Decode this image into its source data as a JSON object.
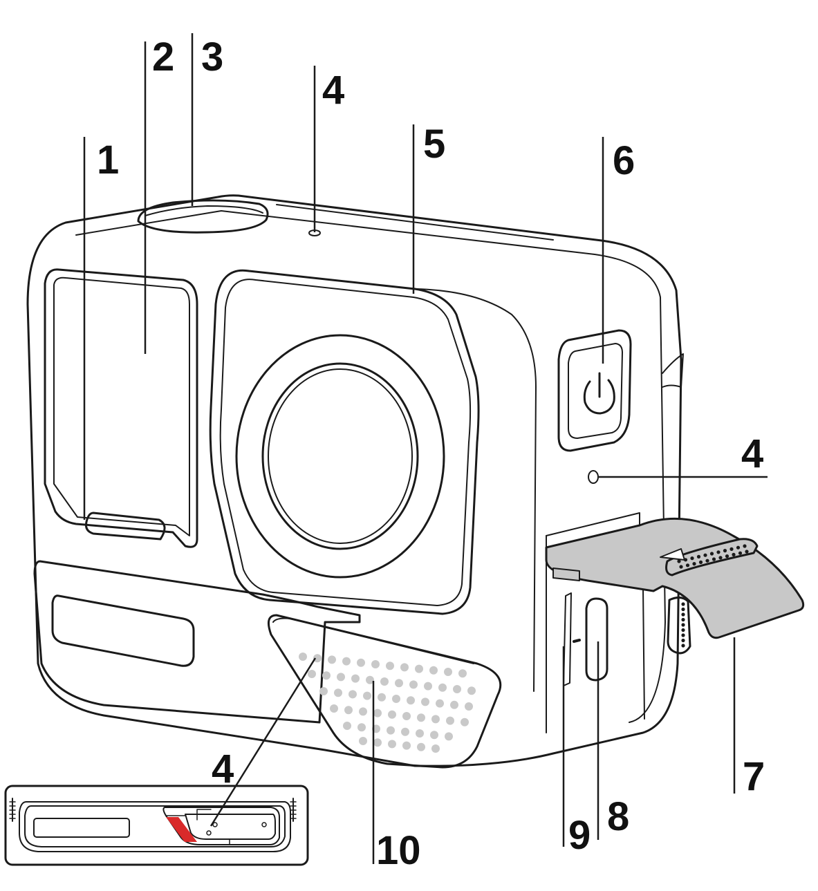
{
  "figure": {
    "alt": "Action camera parts diagram with numbered callouts",
    "colors": {
      "outline": "#1a1a1a",
      "flap_fill": "#c8c8c8",
      "dots": "#c9c9c9",
      "accent_red": "#d92a2a"
    }
  },
  "callouts": [
    {
      "id": "c1",
      "label": "1"
    },
    {
      "id": "c2",
      "label": "2"
    },
    {
      "id": "c3",
      "label": "3"
    },
    {
      "id": "c4a",
      "label": "4"
    },
    {
      "id": "c5",
      "label": "5"
    },
    {
      "id": "c6",
      "label": "6"
    },
    {
      "id": "c4b",
      "label": "4"
    },
    {
      "id": "c7",
      "label": "7"
    },
    {
      "id": "c8",
      "label": "8"
    },
    {
      "id": "c9",
      "label": "9"
    },
    {
      "id": "c10",
      "label": "10"
    },
    {
      "id": "c4c",
      "label": "4"
    }
  ]
}
